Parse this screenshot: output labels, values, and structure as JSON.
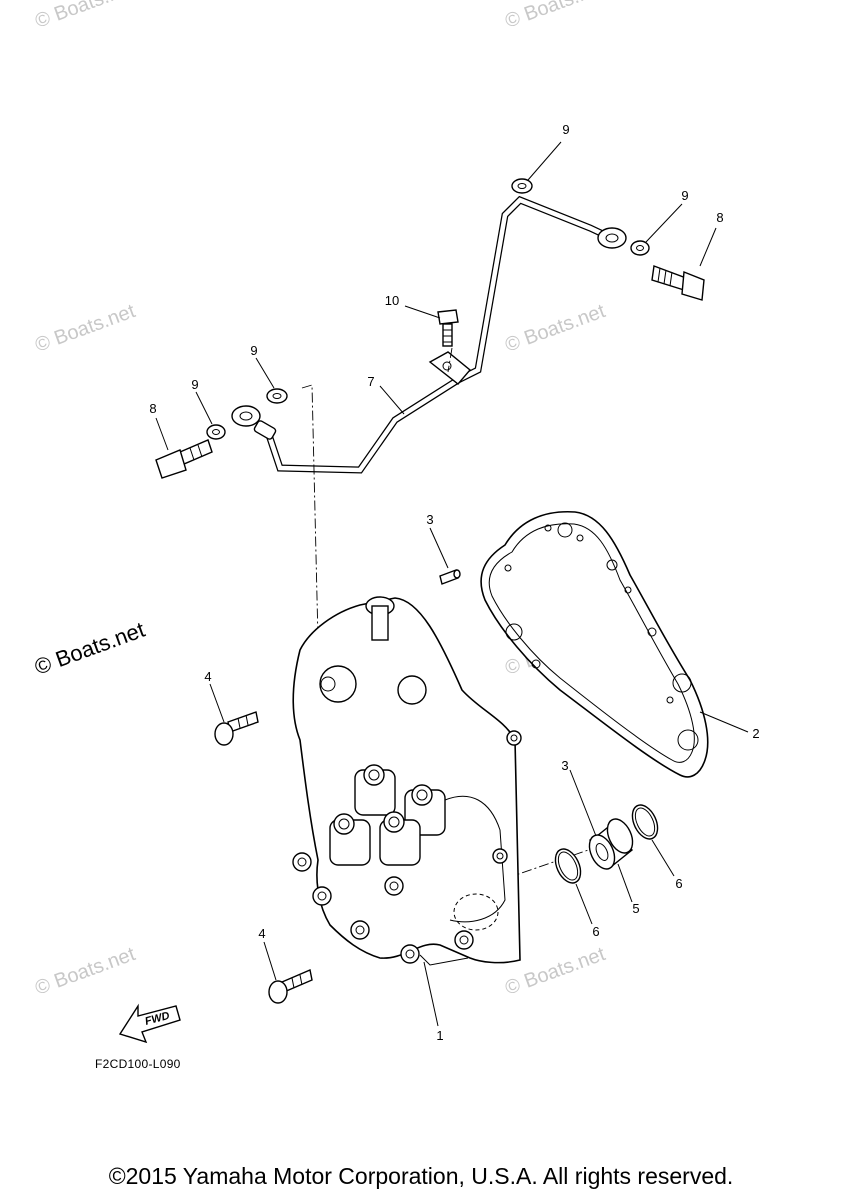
{
  "watermark": "© Boats.net",
  "callouts": [
    "1",
    "2",
    "3",
    "3",
    "4",
    "4",
    "5",
    "6",
    "6",
    "7",
    "8",
    "8",
    "9",
    "9",
    "9",
    "9",
    "10"
  ],
  "fwd_label": "FWD",
  "drawing_code": "F2CD100-L090",
  "copyright": "©2015 Yamaha Motor Corporation, U.S.A. All rights reserved."
}
